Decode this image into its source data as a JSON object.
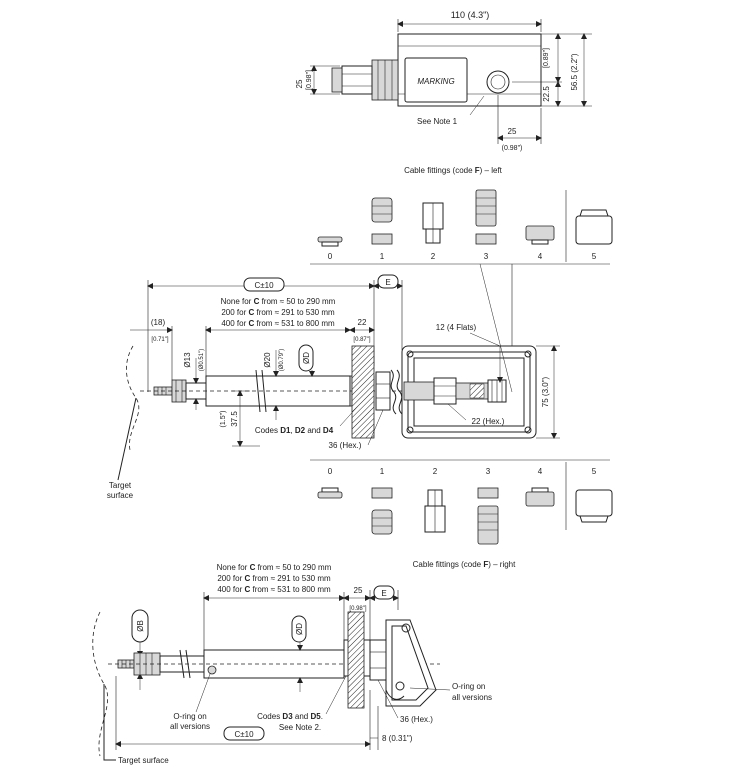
{
  "top_view": {
    "width_dim": "110 (4.3\")",
    "marking_label": "MARKING",
    "see_note": "See Note 1",
    "dim_25_mm": "25",
    "dim_25_in": "[0.98\"]",
    "dim_right_in": "[0.89\"]",
    "dim_225": "22.5",
    "dim_565": "56.5 (2.2\")",
    "dim_bottom_25": "25",
    "dim_bottom_in": "(0.98\")"
  },
  "fittings_left": {
    "title_prefix": "Cable fittings (code ",
    "title_code": "F",
    "title_suffix": ") – left",
    "labels": [
      "0",
      "1",
      "2",
      "3",
      "4",
      "5"
    ]
  },
  "fittings_right": {
    "title_prefix": "Cable fittings (code ",
    "title_code": "F",
    "title_suffix": ") – right",
    "labels": [
      "0",
      "1",
      "2",
      "3",
      "4",
      "5"
    ]
  },
  "middle_view": {
    "c_dim": "C±10",
    "e_dim": "E",
    "none_prefix": "None for ",
    "none_suffix": " from ≈ 50 to 290 mm",
    "l200_prefix": "200 for ",
    "l200_suffix": " from ≈ 291 to 530 mm",
    "l400_prefix": "400 for ",
    "l400_suffix": " from ≈ 531 to 800 mm",
    "c_letter": "C",
    "d18": "(18)",
    "d18_in": "[0.71\"]",
    "d22": "22",
    "d22_in": "[0.87\"]",
    "flats": "12 (4 Flats)",
    "d13": "Ø13",
    "d13_in": "(Ø0.51\")",
    "d20": "Ø20",
    "d20_in": "(Ø0.79\")",
    "od": "ØD",
    "d375": "37.5",
    "d375_in": "(1.5\")",
    "codes_prefix": "Codes ",
    "codes_d1": "D1",
    "codes_sep1": ", ",
    "codes_d2": "D2",
    "codes_and": " and ",
    "codes_d4": "D4",
    "hex22": "22 (Hex.)",
    "hex36": "36 (Hex.)",
    "d75": "75 (3.0\")",
    "target_l1": "Target",
    "target_l2": "surface"
  },
  "bottom_view": {
    "none_prefix": "None for ",
    "none_suffix": " from ≈ 50 to 290 mm",
    "l200_prefix": "200 for ",
    "l200_suffix": " from ≈ 291 to 530 mm",
    "l400_prefix": "400 for ",
    "l400_suffix": " from ≈ 531 to 800 mm",
    "c_letter": "C",
    "d25": "25",
    "d25_in": "[0.98\"]",
    "e_dim": "E",
    "ob": "ØB",
    "od": "ØD",
    "oring_l1": "O-ring on",
    "oring_l2": "all versions",
    "oring2_l1": "O-ring on",
    "oring2_l2": "all versions",
    "codes_prefix": "Codes ",
    "codes_d3": "D3",
    "codes_and": " and ",
    "codes_d5": "D5",
    "codes_dot": ".",
    "see_note2": "See Note 2.",
    "hex36": "36 (Hex.)",
    "c_dim": "C±10",
    "d8": "8 (0.31\")",
    "target": "Target surface"
  }
}
